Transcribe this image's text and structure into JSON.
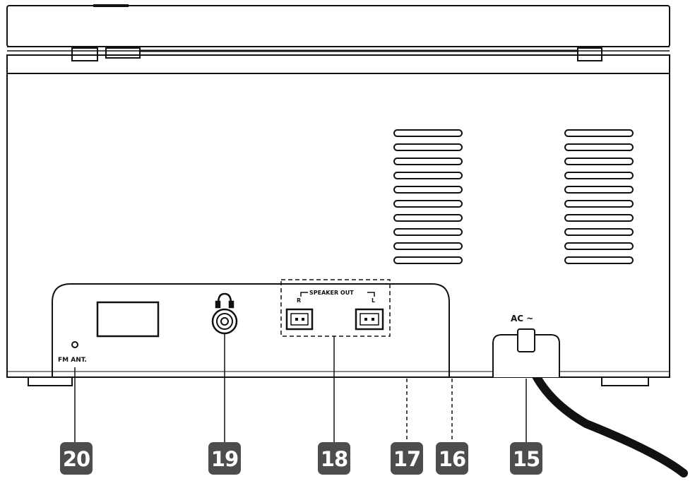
{
  "labels": {
    "fm_ant": "FM  ANT.",
    "speaker_out": "SPEAKER  OUT",
    "channel_r": "R",
    "channel_l": "L",
    "ac": "AC ~"
  },
  "callouts": [
    "20",
    "19",
    "18",
    "17",
    "16",
    "15"
  ],
  "colors": {
    "badge": "#4d4d4d",
    "line": "#111111"
  }
}
